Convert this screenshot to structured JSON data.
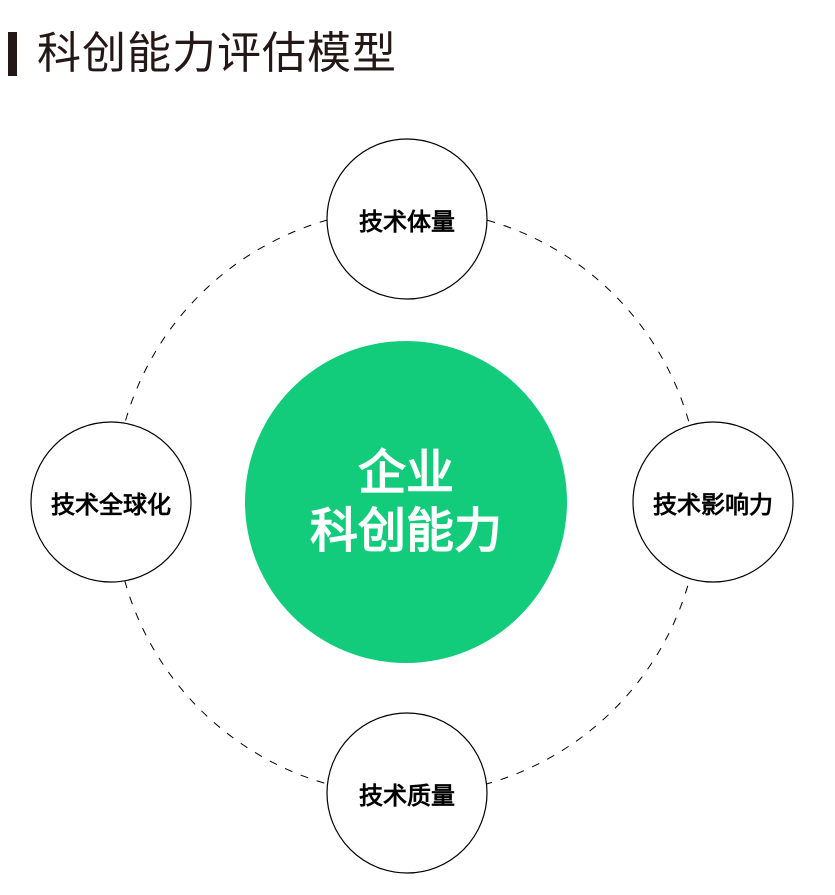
{
  "header": {
    "title": "科创能力评估模型"
  },
  "diagram": {
    "core": {
      "line1": "企业",
      "line2": "科创能力",
      "color": "#12cc7b"
    },
    "nodes": [
      {
        "id": "top",
        "label": "技术体量"
      },
      {
        "id": "right",
        "label": "技术影响力"
      },
      {
        "id": "bottom",
        "label": "技术质量"
      },
      {
        "id": "left",
        "label": "技术全球化"
      }
    ],
    "ring_style": "dashed",
    "stroke_color": "#000000"
  }
}
